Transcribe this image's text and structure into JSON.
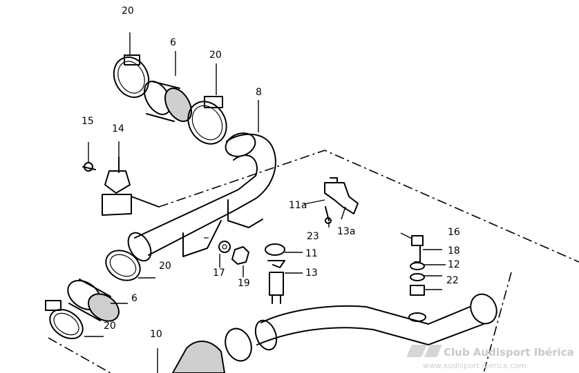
{
  "labels": {
    "l20a": "20",
    "l6a": "6",
    "l20b": "20",
    "l8": "8",
    "l15": "15",
    "l14": "14",
    "l11a": "11a",
    "l23": "23",
    "l13a": "13a",
    "l16": "16",
    "l18": "18",
    "l11": "11",
    "l12": "12",
    "l13": "13",
    "l22": "22",
    "l20c": "20",
    "l17": "17",
    "l19": "19",
    "l6b": "6",
    "l20d": "20",
    "l10": "10"
  },
  "watermark": {
    "line1": "Club Audisport Ibérica",
    "line2": "www.audisport-iberica.com"
  }
}
